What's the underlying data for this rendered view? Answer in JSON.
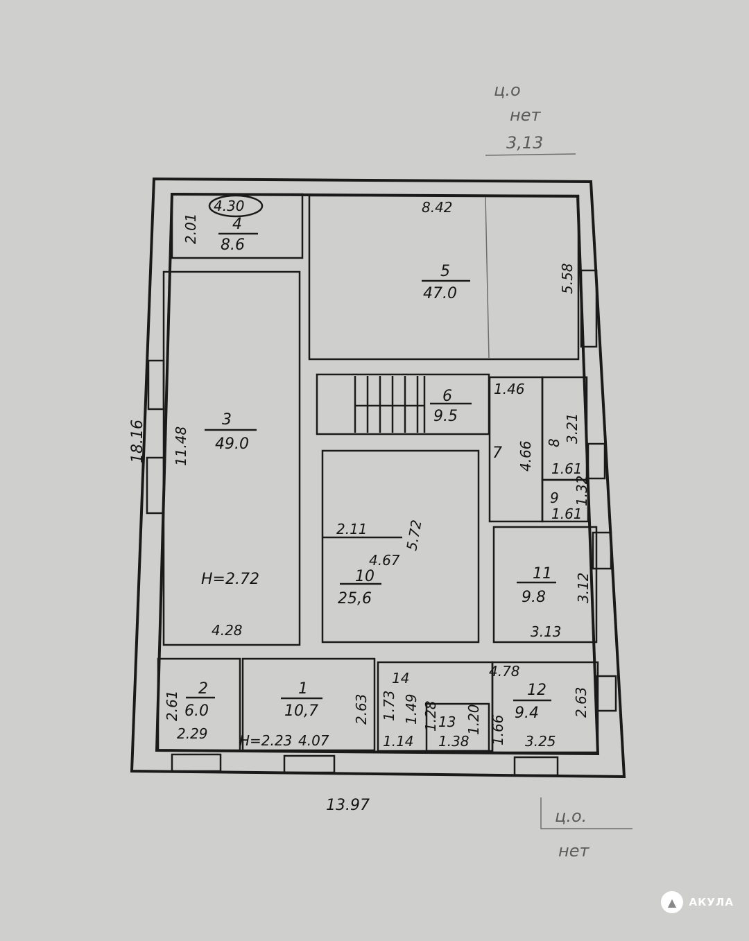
{
  "plan": {
    "overall_width": "13.97",
    "overall_length": "18.16",
    "ceiling_note_top": "ц.о",
    "ceiling_note_top_2": "нет",
    "ext_dim_top": "3,13",
    "ceiling_note_bottom": "ц.о.",
    "ceiling_note_bottom_2": "нет",
    "rooms": [
      {
        "no": "1",
        "area": "10,7",
        "dims": [
          "H=2.23",
          "4.07",
          "2.63"
        ]
      },
      {
        "no": "2",
        "area": "6.0",
        "dims": [
          "2.61",
          "2.29"
        ]
      },
      {
        "no": "3",
        "area": "49.0",
        "dims": [
          "11.48",
          "4.28",
          "H=2.72"
        ]
      },
      {
        "no": "4",
        "area": "8.6",
        "dims": [
          "4.30",
          "2.01"
        ]
      },
      {
        "no": "5",
        "area": "47.0",
        "dims": [
          "8.42",
          "5.58"
        ]
      },
      {
        "no": "6",
        "area": "9.5",
        "dims": []
      },
      {
        "no": "7",
        "area": "",
        "dims": [
          "4.66",
          "1.46"
        ]
      },
      {
        "no": "8",
        "area": "",
        "dims": [
          "3.21",
          "1.61"
        ]
      },
      {
        "no": "9",
        "area": "",
        "dims": [
          "1.32",
          "1.61"
        ]
      },
      {
        "no": "10",
        "area": "25,6",
        "dims": [
          "4.67",
          "5.72",
          "2.11"
        ]
      },
      {
        "no": "11",
        "area": "9.8",
        "dims": [
          "3.12",
          "3.13"
        ]
      },
      {
        "no": "12",
        "area": "9.4",
        "dims": [
          "4.78",
          "2.63",
          "3.25",
          "1.66"
        ]
      },
      {
        "no": "13",
        "area": "",
        "dims": [
          "1.38",
          "1.28",
          "1.20"
        ]
      },
      {
        "no": "14",
        "area": "",
        "dims": [
          "1.14",
          "1.73",
          "1.49"
        ]
      }
    ]
  },
  "watermark": {
    "brand": "АКУЛА"
  }
}
